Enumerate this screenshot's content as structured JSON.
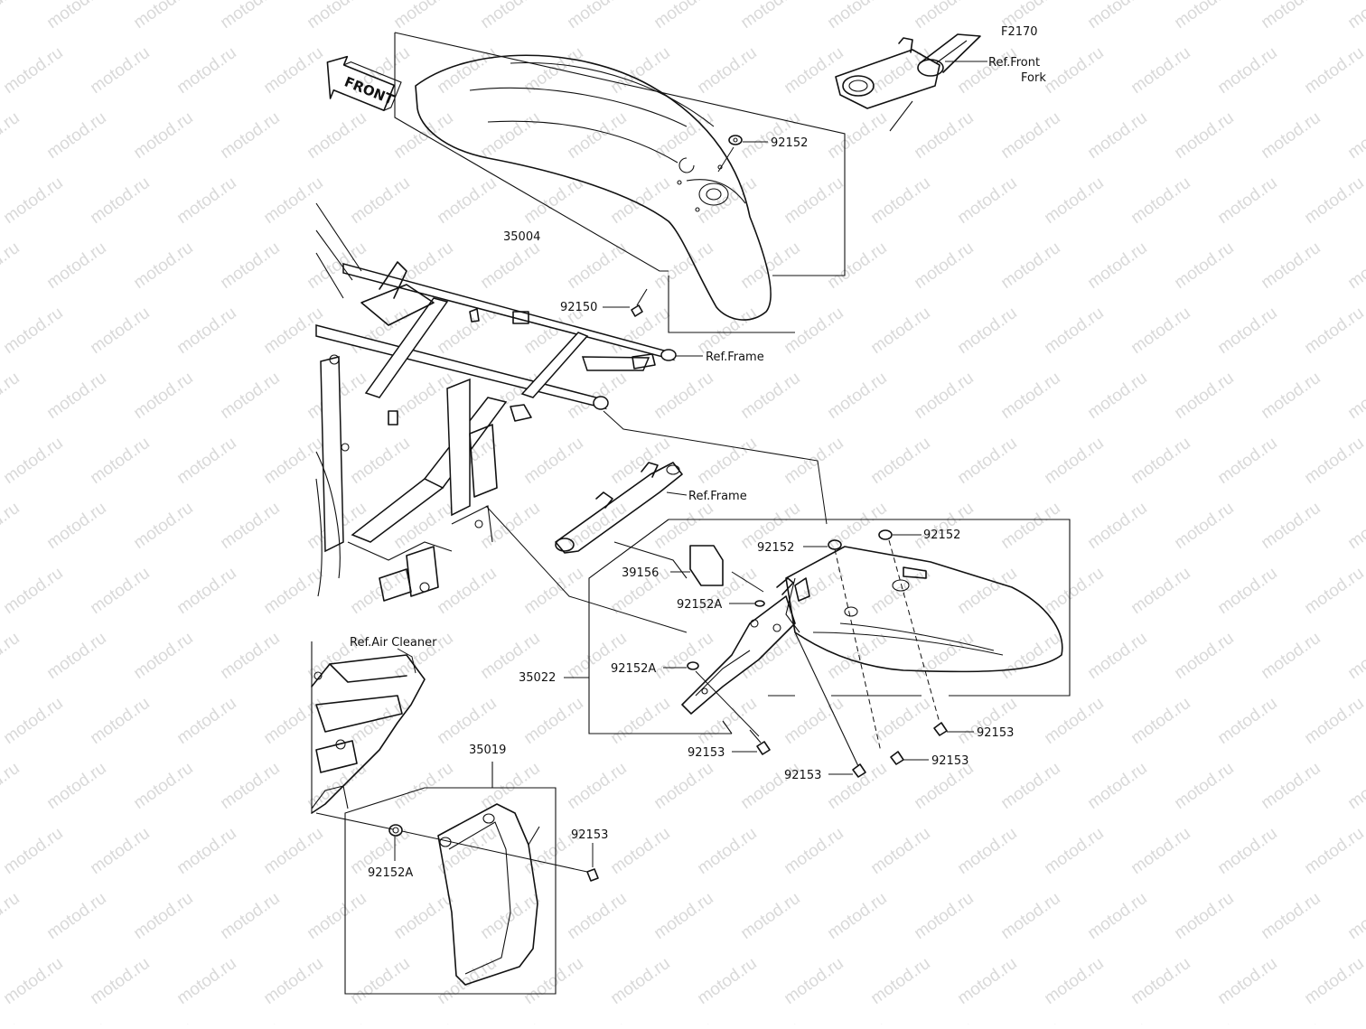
{
  "diagram": {
    "code": "F2170",
    "watermark": "motod.ru",
    "front_arrow": "FRONT",
    "references": {
      "front_fork": [
        "Ref.Front",
        "Fork"
      ],
      "frame_upper": "Ref.Frame",
      "frame_lower": "Ref.Frame",
      "air_cleaner": "Ref.Air Cleaner"
    },
    "part_numbers": {
      "front_fender": "35004",
      "rear_fender": "35022",
      "flap": "35019",
      "pad": "39156",
      "bolt_front": "92150",
      "grommet_front": "92152",
      "grommet_rear_left": "92152",
      "grommet_rear_right": "92152",
      "grommet_a_upper": "92152A",
      "grommet_a_mid": "92152A",
      "grommet_a_flap": "92152A",
      "bolt_rear_1": "92153",
      "bolt_rear_2": "92153",
      "bolt_rear_3": "92153",
      "bolt_rear_4": "92153",
      "bolt_flap": "92153"
    }
  }
}
